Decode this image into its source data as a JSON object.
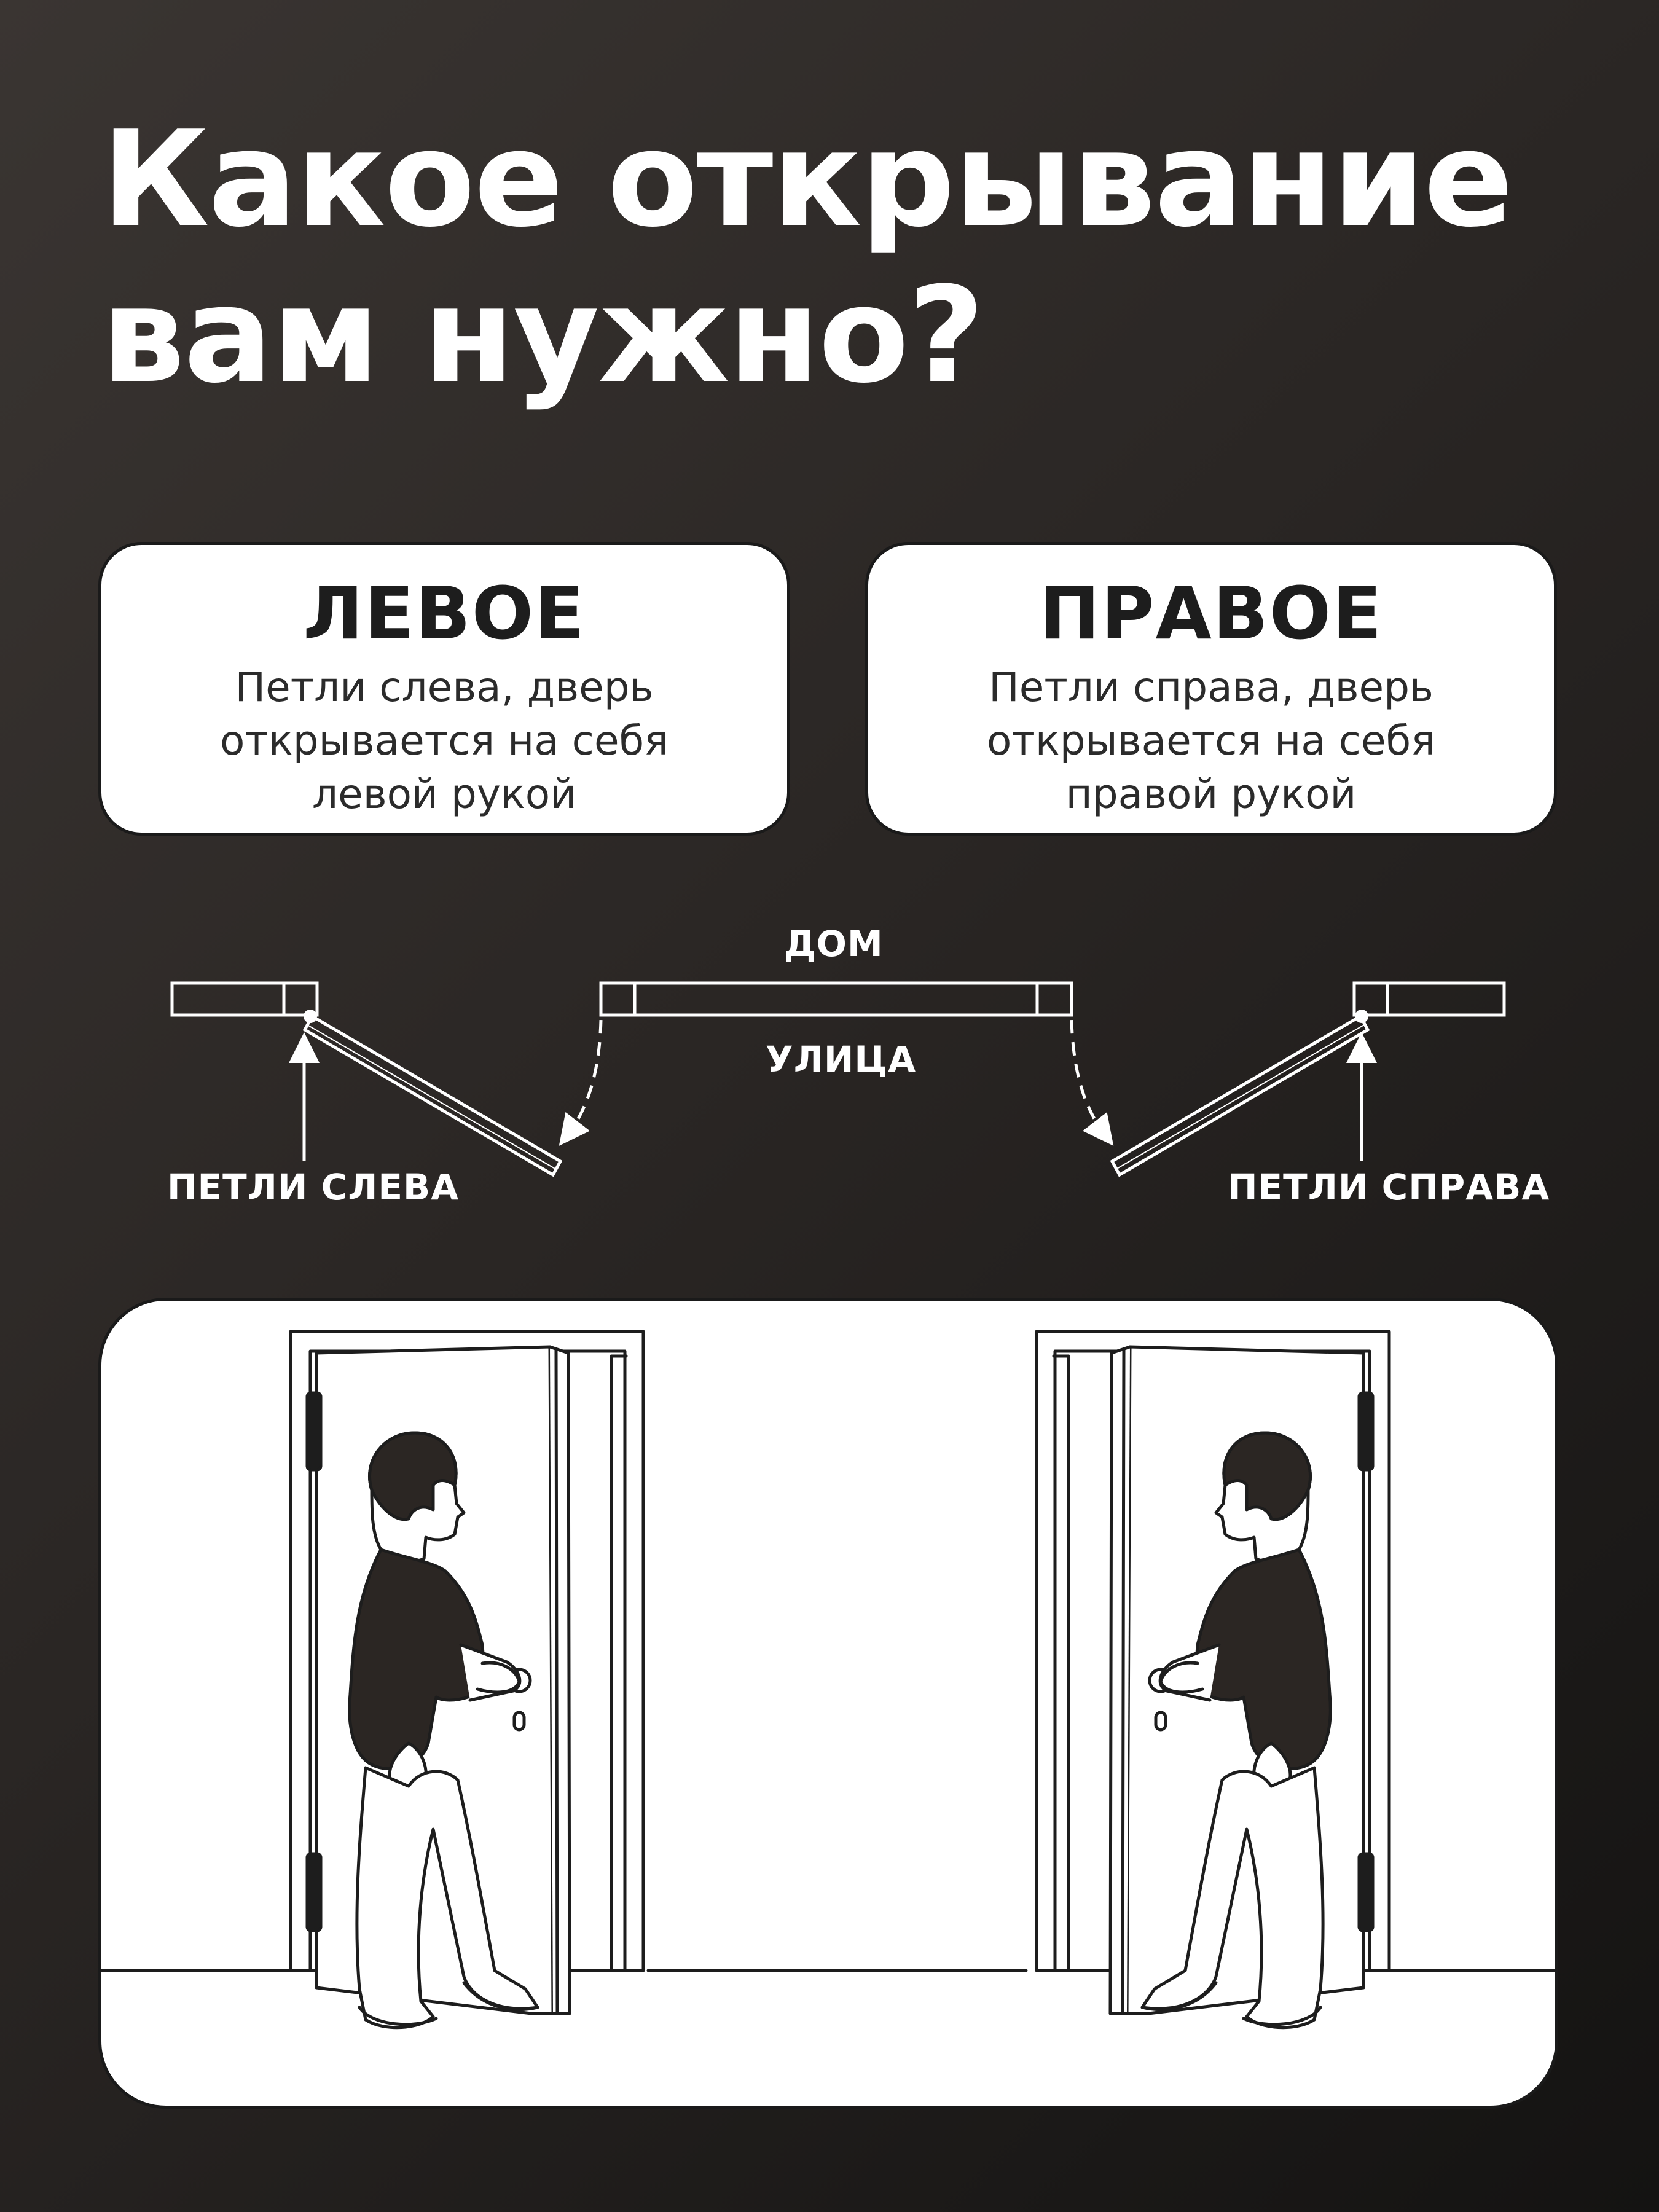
{
  "title": {
    "line1": "Какое открывание",
    "line2": "вам нужно?"
  },
  "cards": {
    "left": {
      "heading": "ЛЕВОЕ",
      "desc_line1": "Петли слева, дверь",
      "desc_line2": "открывается на себя",
      "desc_line3": "левой рукой"
    },
    "right": {
      "heading": "ПРАВОЕ",
      "desc_line1": "Петли справа, дверь",
      "desc_line2": "открывается на себя",
      "desc_line3": "правой рукой"
    }
  },
  "plan": {
    "inside_label": "ДОМ",
    "outside_label": "УЛИЦА",
    "left_hinge_label": "ПЕТЛИ СЛЕВА",
    "right_hinge_label": "ПЕТЛИ СПРАВА"
  },
  "colors": {
    "background": "#2a2624",
    "card": "#ffffff",
    "ink": "#1d1d1d",
    "figure_fill": "#2b2623"
  }
}
